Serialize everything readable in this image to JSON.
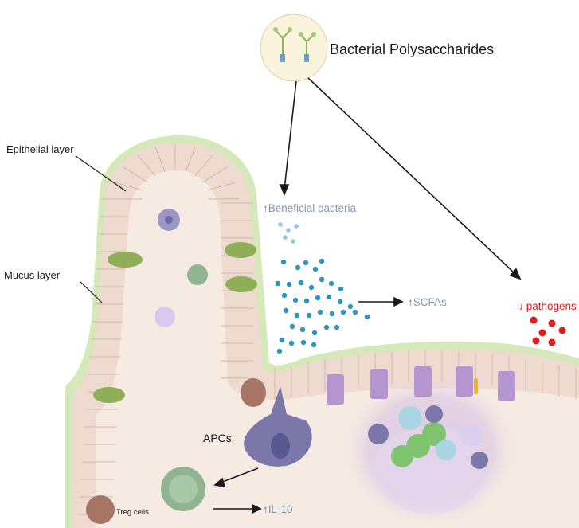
{
  "title": "Bacterial Polysaccharides",
  "labels": {
    "epithelial_layer": "Epithelial layer",
    "mucus_layer": "Mucus layer",
    "apcs": "APCs",
    "treg_cells": "Treg cells"
  },
  "effects": {
    "beneficial_bacteria": {
      "arrow": "↑",
      "text": "Beneficial bacteria"
    },
    "scfas": {
      "arrow": "↑",
      "text": "SCFAs"
    },
    "pathogens": {
      "arrow": "↓",
      "text": "pathogens"
    },
    "il10": {
      "arrow": "↑",
      "text": "IL-10"
    }
  },
  "colors": {
    "mucus": "#cfe6b0",
    "epithelium": "#efd9cf",
    "lamina": "#f7ebe2",
    "bacteria": "#3f9fc6",
    "pathogen": "#e41b1b",
    "effect_text": "#7f97ad",
    "pathogen_text": "#e41b1b",
    "apc": "#7b77a8",
    "treg": "#8fb48f",
    "goblet": "#a783c7"
  }
}
